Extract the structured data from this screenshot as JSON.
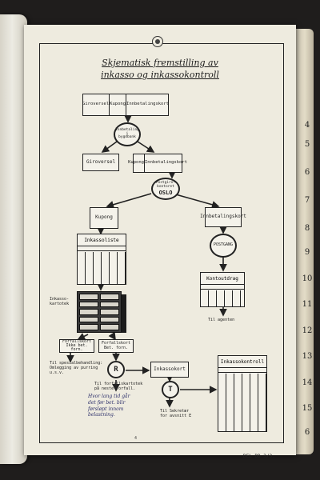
{
  "title": {
    "line1": "Skjematisk fremstilling av",
    "line2": "inkasso og inkassokontroll"
  },
  "top_form": [
    "Giroversel",
    "Kupong",
    "Innbetalingskort"
  ],
  "node1": "Innbetaling\ni\nbygdbank",
  "split_left": "Giroversel",
  "split_right": [
    "Kupong",
    "Innbetalingskort"
  ],
  "oslo_node": {
    "small": "Postgiro-\nkontoret",
    "big": "OSLO"
  },
  "kupong_box": "Kupong",
  "innbet_box": "Innbetalingskort",
  "inkassoliste": "Inkassoliste",
  "postgang": "POSTGANG",
  "kontoutdrag": "Kontoutdrag",
  "til_agenten_right": "Til agenten",
  "inkassokartotek": "Inkasso-\nkartotek",
  "forfall_left": "Forfallskort\nIkke bet. forn.",
  "forfall_right": "Forfallskort\nBet. forn.",
  "spesial": "Til spesialbehandling:\nOmlegging av purring\nu.s.v.",
  "node_r": "R",
  "node_t": "T",
  "inkassokort": "Inkassokort",
  "inkassokontroll": "Inkassokontroll",
  "til_forfall": "Til forfallskartotek\npå neste forfall.",
  "til_sekretar": "Til Sekretær\nfor avsnitt E",
  "handwritten": "Hvor lang tid går\ndet før bet. blir\nførsløpt innom\nbelastning.",
  "stamp": "DEL DD 3/3.",
  "footmark": "4",
  "tabs": [
    "4",
    "5",
    "6",
    "7",
    "8",
    "9",
    "10",
    "11",
    "12",
    "13",
    "14",
    "15",
    "6"
  ]
}
